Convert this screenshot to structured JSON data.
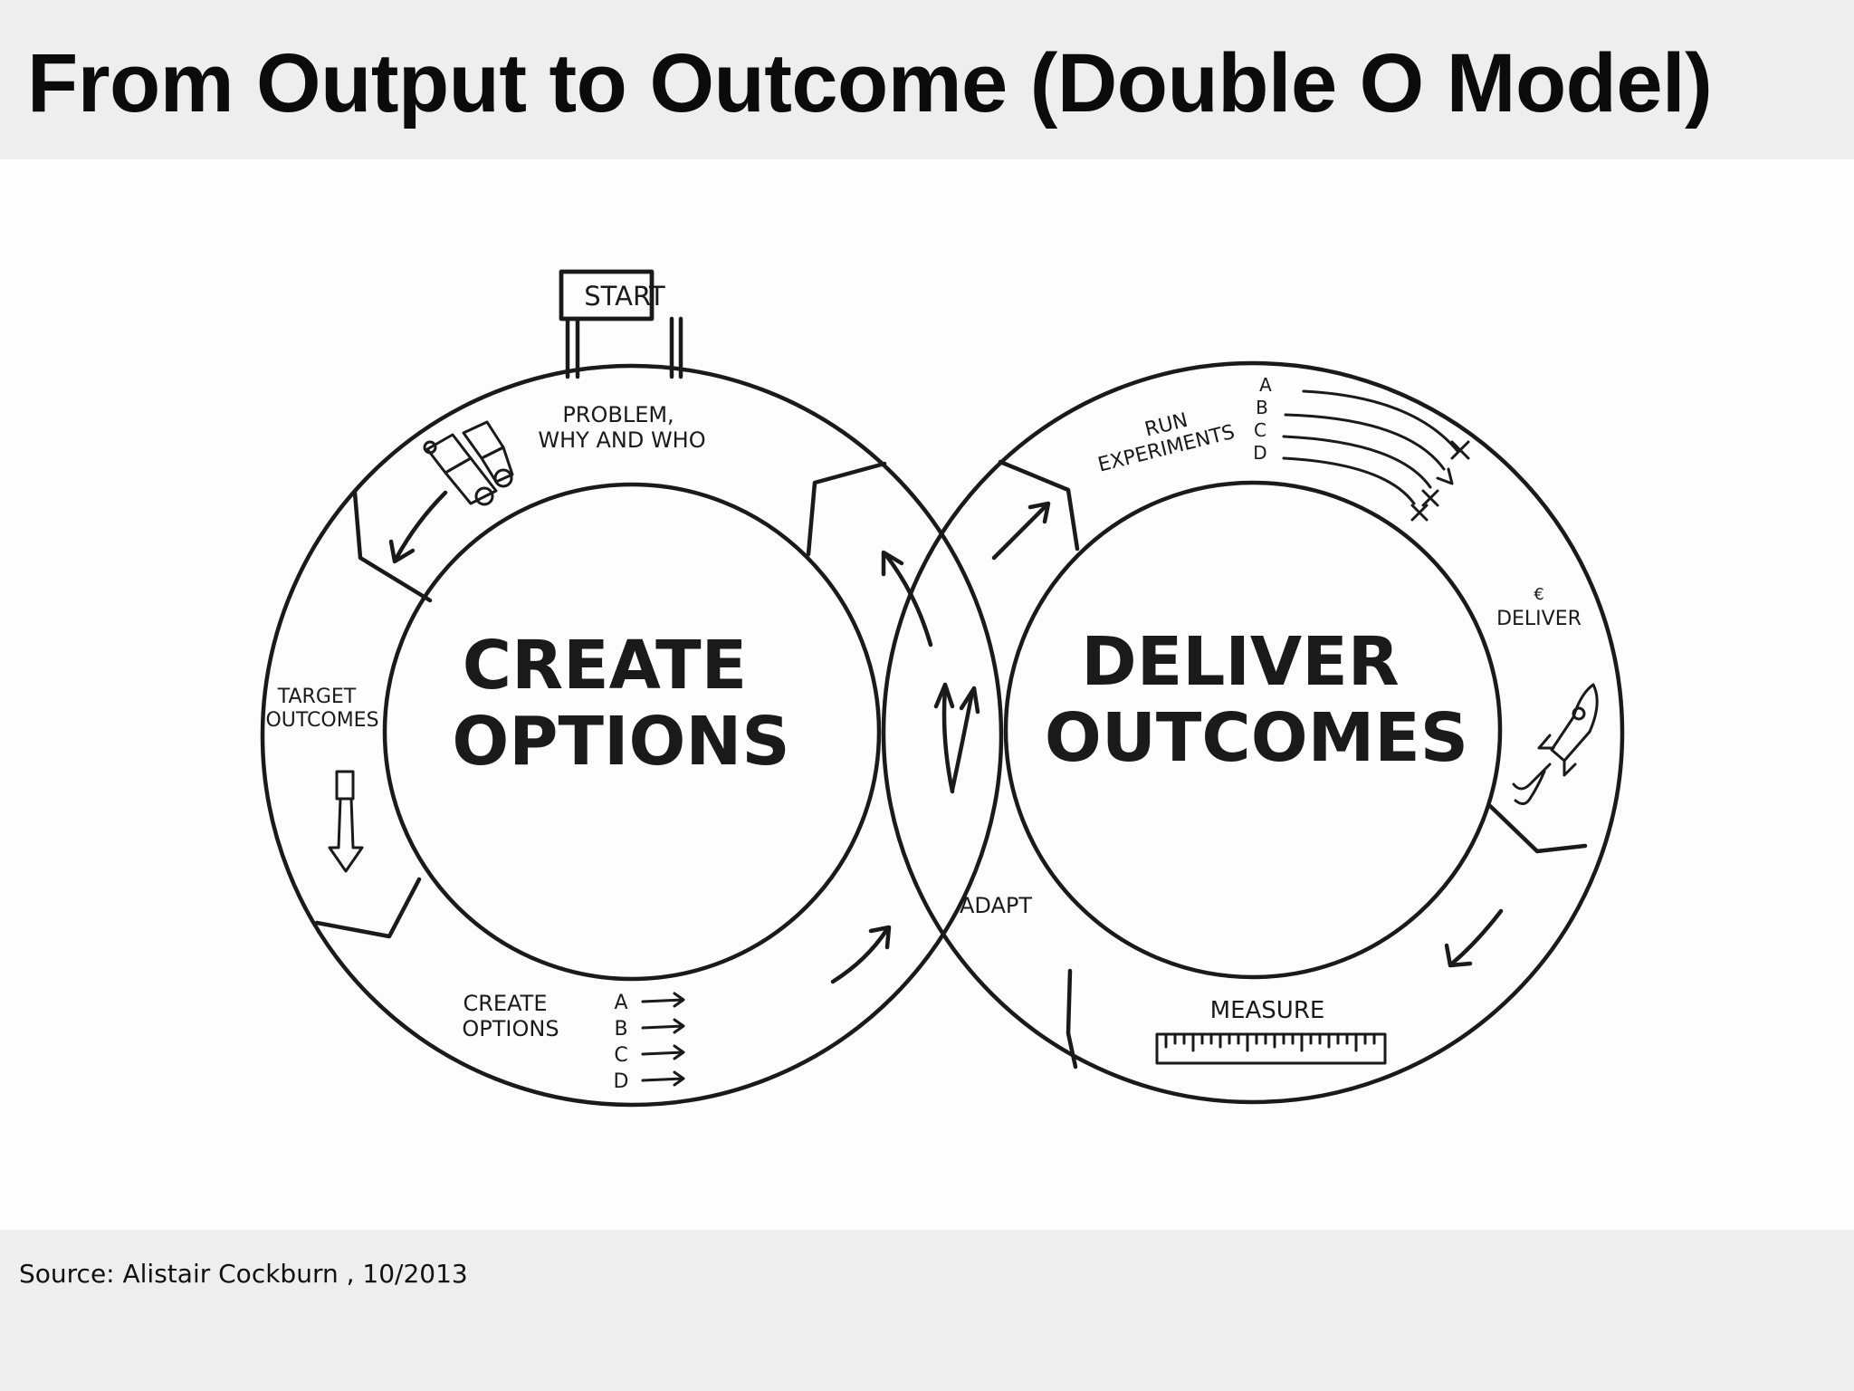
{
  "slide": {
    "title": "From Output to Outcome (Double O Model)",
    "source": "Source: Alistair Cockburn , 10/2013"
  },
  "diagram": {
    "start_sign": "START",
    "left_loop": {
      "center_line1": "CREATE",
      "center_line2": "OPTIONS",
      "problem_line1": "PROBLEM,",
      "problem_line2": "WHY AND WHO",
      "target_line1": "TARGET",
      "target_line2": "OUTCOMES",
      "create_line1": "CREATE",
      "create_line2": "OPTIONS",
      "options": [
        "A",
        "B",
        "C",
        "D"
      ]
    },
    "right_loop": {
      "center_line1": "DELIVER",
      "center_line2": "OUTCOMES",
      "run_line1": "RUN",
      "run_line2": "EXPERIMENTS",
      "experiments": [
        "A",
        "B",
        "C",
        "D"
      ],
      "deliver_symbol": "€",
      "deliver": "DELIVER",
      "measure": "MEASURE"
    },
    "adapt": "ADAPT",
    "icons": [
      "binoculars-icon",
      "bottle-icon",
      "rocket-icon",
      "ruler-icon"
    ]
  }
}
